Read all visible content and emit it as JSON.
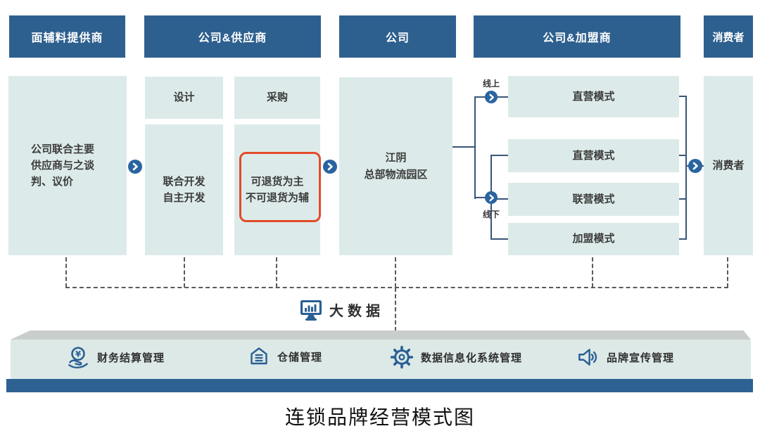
{
  "headers": [
    {
      "label": "面辅料提供商"
    },
    {
      "label": "公司&供应商"
    },
    {
      "label": "公司"
    },
    {
      "label": "公司&加盟商"
    },
    {
      "label": "消费者"
    }
  ],
  "flow": {
    "supplier_box": "公司联合主要\n供应商与之谈\n判、议价",
    "design_box": "设计",
    "procurement_box": "采购",
    "development_box": "联合开发\n自主开发",
    "returns_box": "可退货为主\n不可退货为辅",
    "logistics_box": "江阴\n总部物流园区",
    "online_label": "线上",
    "offline_label": "线下",
    "modes": [
      {
        "label": "直营模式"
      },
      {
        "label": "直营模式"
      },
      {
        "label": "联营模式"
      },
      {
        "label": "加盟模式"
      }
    ],
    "consumer_box": "消费者"
  },
  "bigdata": {
    "label": "大数据",
    "icon": "monitor-bar-chart-icon"
  },
  "platform": {
    "items": [
      {
        "label": "财务结算管理",
        "icon": "finance-settlement-icon"
      },
      {
        "label": "仓储管理",
        "icon": "warehouse-icon"
      },
      {
        "label": "数据信息化系统管理",
        "icon": "gear-icon"
      },
      {
        "label": "品牌宣传管理",
        "icon": "megaphone-icon"
      }
    ]
  },
  "caption": "连锁品牌经营模式图",
  "colors": {
    "header_blue": "#2e608f",
    "light_box": "#dcebe9",
    "arrow_blue": "#2a64a0",
    "highlight_red": "#e34a2c",
    "connector": "#3a5578",
    "platform_top": "#c9cdcb",
    "platform_face": "#dce9e7",
    "platform_bar": "#2d6192",
    "icon_blue": "#2a5f94"
  }
}
